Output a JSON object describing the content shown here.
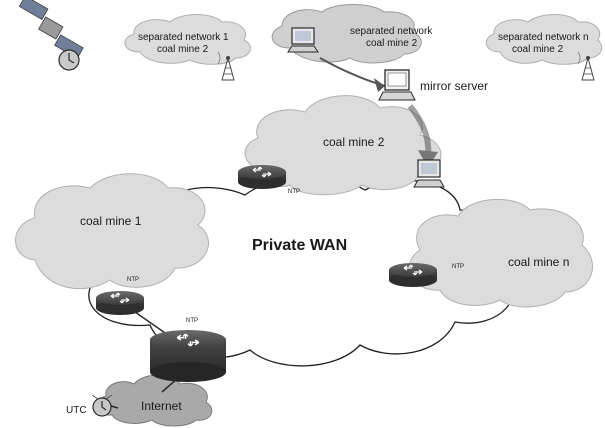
{
  "diagram": {
    "wan_label": "Private WAN",
    "clouds": {
      "coal_mine_1": "coal mine 1",
      "coal_mine_2": "coal mine 2",
      "coal_mine_n": "coal mine n",
      "internet": "Internet"
    },
    "separated_networks": {
      "left": [
        "separated network 1",
        "coal mine 2"
      ],
      "center": [
        "separated network",
        "coal mine 2"
      ],
      "right": [
        "separated network n",
        "coal mine 2"
      ]
    },
    "mirror_server": "mirror server",
    "ntp": "NTP",
    "utc": "UTC"
  }
}
